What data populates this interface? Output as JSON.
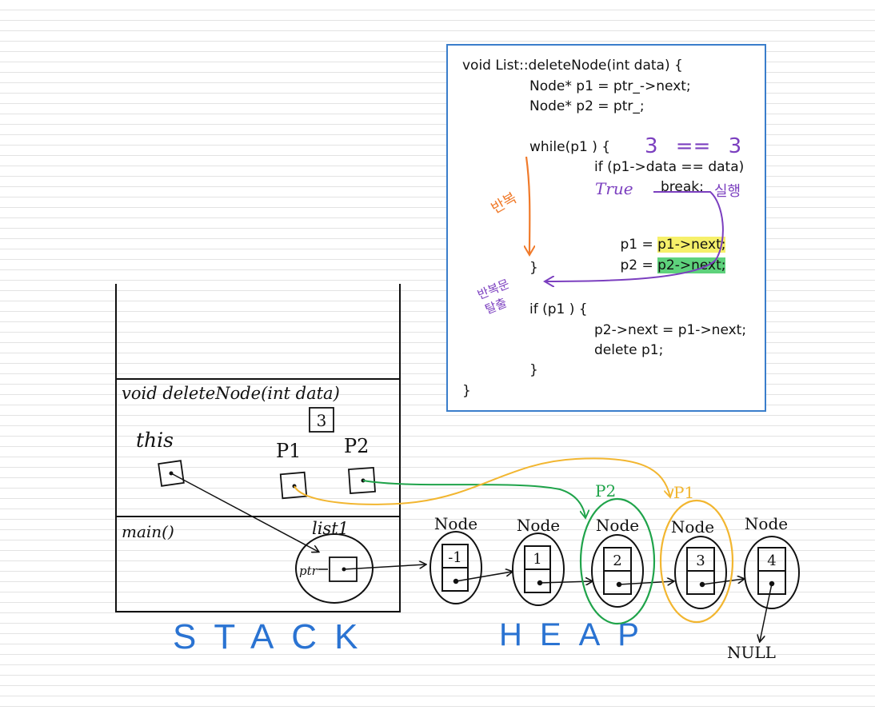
{
  "code": {
    "signature": "void List::deleteNode(int data) {",
    "line_p1": "Node* p1 = ptr_->next;",
    "line_p2": "Node* p2 = ptr_;",
    "line_while": "while(p1 ) {",
    "line_if_data": "if (p1->data == data)",
    "line_break": "break;",
    "line_advance_p1_prefix": "p1 = ",
    "line_advance_p1_expr": "p1->next;",
    "line_advance_p2_prefix": "p2 = ",
    "line_advance_p2_expr": "p2->next;",
    "line_close_while": "}",
    "line_if_p1": "if (p1 ) {",
    "line_relink": "p2->next = p1->next;",
    "line_delete": "delete p1;",
    "line_close_if": "}",
    "line_close_fn": "}"
  },
  "annotations": {
    "compare": "3 == 3",
    "true_label": "True",
    "execute": "실행",
    "repeat": "반복",
    "exit_loop_1": "반복문",
    "exit_loop_2": "탈출"
  },
  "stack": {
    "frame_delete": "void deleteNode(int data)",
    "data_value": "3",
    "this_label": "this",
    "p1_label": "P1",
    "p2_label": "P2",
    "frame_main": "main()",
    "list_label": "list1",
    "ptr_label": "ptr",
    "title": "STACK"
  },
  "heap": {
    "title": "HEAP",
    "node_label": "Node",
    "node_values": [
      "-1",
      "1",
      "2",
      "3",
      "4"
    ],
    "p1_marker": "P1",
    "p2_marker": "P2",
    "null_label": "NULL"
  },
  "colors": {
    "code_border": "#3a7ecb",
    "orange": "#f07a2a",
    "purple": "#7b3fbf",
    "yellow_highlight": "#f6f06a",
    "green_highlight": "#5ed27c",
    "green_pointer": "#1fa34a",
    "yellow_pointer": "#f2b630",
    "label_blue": "#2a73d2"
  }
}
